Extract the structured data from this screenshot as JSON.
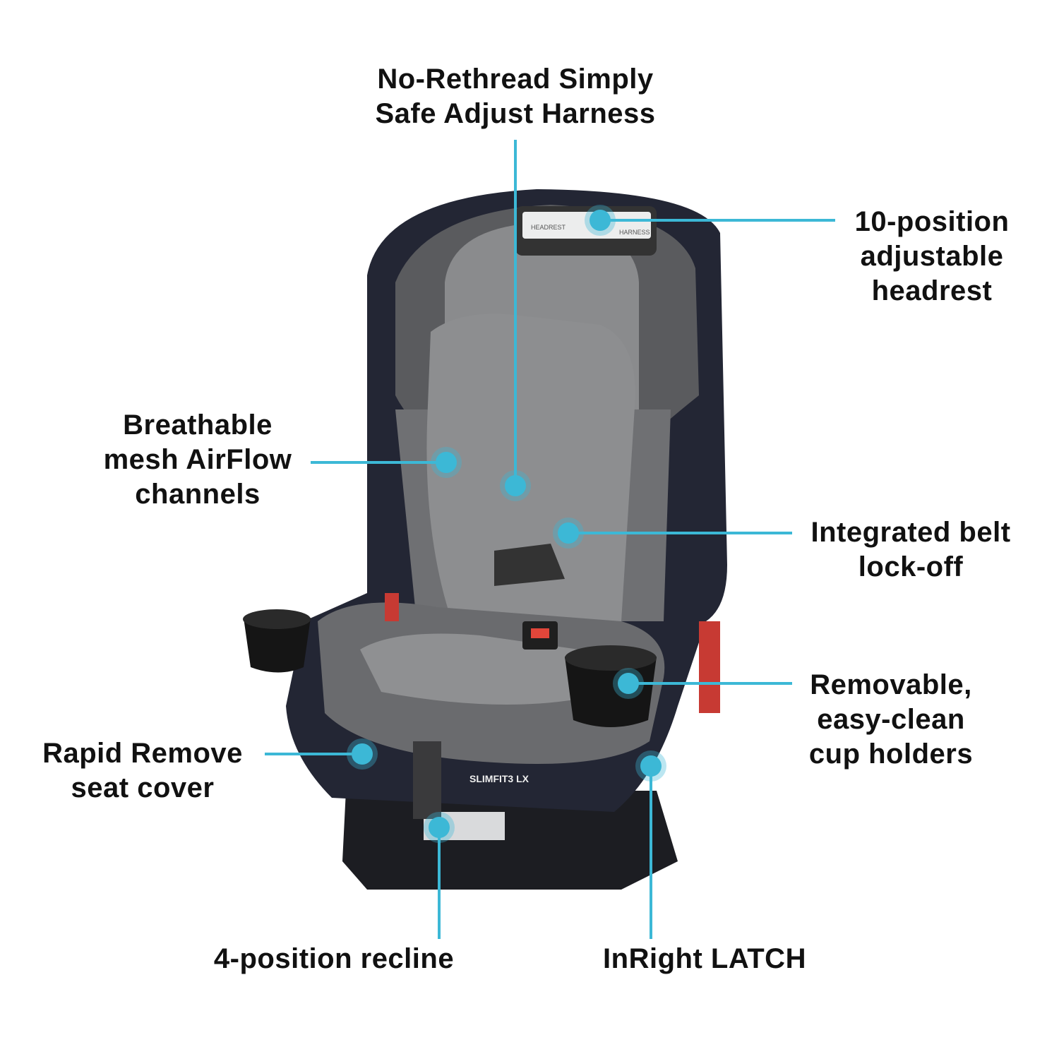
{
  "accent_color": "#3cb8d6",
  "product_labels": {
    "model": "SLIMFIT3 LX",
    "headrest_left": "HEADREST",
    "headrest_right": "HARNESS"
  },
  "callouts": [
    {
      "id": "harness",
      "lines": [
        "No-Rethread Simply",
        "Safe Adjust Harness"
      ]
    },
    {
      "id": "headrest",
      "lines": [
        "10-position",
        "adjustable",
        "headrest"
      ]
    },
    {
      "id": "airflow",
      "lines": [
        "Breathable",
        "mesh AirFlow",
        "channels"
      ]
    },
    {
      "id": "belt-lockoff",
      "lines": [
        "Integrated belt",
        "lock-off"
      ]
    },
    {
      "id": "cup-holders",
      "lines": [
        "Removable,",
        "easy-clean",
        "cup holders"
      ]
    },
    {
      "id": "seat-cover",
      "lines": [
        "Rapid Remove",
        "seat cover"
      ]
    },
    {
      "id": "recline",
      "lines": [
        "4-position recline"
      ]
    },
    {
      "id": "latch",
      "lines": [
        "InRight LATCH"
      ]
    }
  ]
}
